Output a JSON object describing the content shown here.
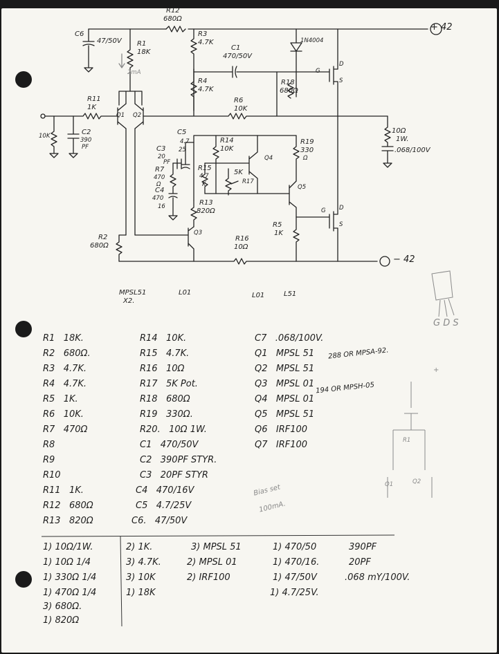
{
  "schematic": {
    "rail_pos": "+ 42",
    "rail_neg": "− 42",
    "components": {
      "R12": {
        "ref": "R12",
        "val": "680Ω"
      },
      "C6": {
        "ref": "C6",
        "val": "47/50V"
      },
      "R1": {
        "ref": "R1",
        "val": "18K"
      },
      "R1_note": "2mA",
      "R3": {
        "ref": "R3",
        "val": "4.7K"
      },
      "C1": {
        "ref": "C1",
        "val": "470/50V"
      },
      "D1": "1N4004",
      "R4": {
        "ref": "R4",
        "val": "4.7K"
      },
      "R18": {
        "ref": "R18",
        "val": "680Ω"
      },
      "R11": {
        "ref": "R11",
        "val": "1K"
      },
      "Q1": "Q1",
      "Q2": "Q2",
      "Q3": "Q3",
      "Q4": "Q4",
      "Q5": "Q5",
      "R6": {
        "ref": "R6",
        "val": "10K"
      },
      "R_in": "10K",
      "C2": {
        "ref": "C2",
        "val": "390",
        "unit": "PF"
      },
      "R_out": {
        "val": "10Ω",
        "sub": "1W."
      },
      "C_out": ".068/100V",
      "C5": {
        "ref": "C5",
        "val": "4.7",
        "sub": "25"
      },
      "R14": {
        "ref": "R14",
        "val": "10K"
      },
      "R19": {
        "ref": "R19",
        "val": "330",
        "sub": "Ω"
      },
      "C3": {
        "ref": "C3",
        "val": "20",
        "sub": "PF"
      },
      "R7": {
        "ref": "R7",
        "val": "470",
        "sub": "Ω"
      },
      "R15": {
        "ref": "R15",
        "val": "4.7",
        "sub": "K"
      },
      "R17": {
        "val": "5K",
        "ref": "R17"
      },
      "C4": {
        "ref": "C4",
        "val": "470",
        "sub": "16"
      },
      "R13": {
        "ref": "R13",
        "val": "820Ω"
      },
      "R5": {
        "ref": "R5",
        "val": "1K"
      },
      "R2": {
        "ref": "R2",
        "val": "680Ω"
      },
      "R16": {
        "ref": "R16",
        "val": "10Ω"
      },
      "G": "G",
      "D": "D",
      "S": "S"
    },
    "notes": {
      "q12": "MPSL51",
      "q12_count": "X2.",
      "q3": "L01",
      "q4": "L01",
      "q5": "L51"
    }
  },
  "sketch": {
    "pins": "G D S",
    "plus": "+",
    "r1": "R1",
    "q1": "Q1",
    "q2": "Q2"
  },
  "parts_list": {
    "col1": [
      {
        "ref": "R1",
        "val": "18K."
      },
      {
        "ref": "R2",
        "val": "680Ω."
      },
      {
        "ref": "R3",
        "val": "4.7K."
      },
      {
        "ref": "R4",
        "val": "4.7K."
      },
      {
        "ref": "R5",
        "val": "1K."
      },
      {
        "ref": "R6",
        "val": "10K."
      },
      {
        "ref": "R7",
        "val": "470Ω"
      },
      {
        "ref": "R8",
        "val": ""
      },
      {
        "ref": "R9",
        "val": ""
      },
      {
        "ref": "R10",
        "val": ""
      },
      {
        "ref": "R11",
        "val": "1K."
      },
      {
        "ref": "R12",
        "val": "680Ω"
      },
      {
        "ref": "R13",
        "val": "820Ω"
      }
    ],
    "col2": [
      {
        "ref": "R14",
        "val": "10K."
      },
      {
        "ref": "R15",
        "val": "4.7K."
      },
      {
        "ref": "R16",
        "val": "10Ω"
      },
      {
        "ref": "R17",
        "val": "5K Pot."
      },
      {
        "ref": "R18",
        "val": "680Ω"
      },
      {
        "ref": "R19",
        "val": "330Ω."
      },
      {
        "ref": "R20.",
        "val": "10Ω 1W."
      },
      {
        "ref": "C1",
        "val": "470/50V"
      },
      {
        "ref": "C2",
        "val": "390PF STYR."
      },
      {
        "ref": "C3",
        "val": "20PF STYR"
      },
      {
        "ref": "C4",
        "val": "470/16V"
      },
      {
        "ref": "C5",
        "val": "4.7/25V"
      },
      {
        "ref": "C6.",
        "val": "47/50V"
      }
    ],
    "col3": [
      {
        "ref": "C7",
        "val": ".068/100V."
      },
      {
        "ref": "Q1",
        "val": "MPSL 51"
      },
      {
        "ref": "Q2",
        "val": "MPSL 51"
      },
      {
        "ref": "Q3",
        "val": "MPSL 01"
      },
      {
        "ref": "Q4",
        "val": "MPSL 01"
      },
      {
        "ref": "Q5",
        "val": "MPSL 51"
      },
      {
        "ref": "Q6",
        "val": "IRF100"
      },
      {
        "ref": "Q7",
        "val": "IRF100"
      }
    ],
    "alt1": "288 OR MPSA-92.",
    "alt2": "194 OR MPSH-05",
    "bias_note": "Bias set",
    "bias_val": "100mA."
  },
  "order_list": {
    "col1": [
      "1) 10Ω/1W.",
      "1) 10Ω 1/4",
      "1) 330Ω 1/4",
      "1) 470Ω 1/4",
      "3) 680Ω.",
      "1) 820Ω"
    ],
    "col2": [
      "2) 1K.",
      "3) 4.7K.",
      "3) 10K",
      "1) 18K"
    ],
    "col3": [
      "3) MPSL 51",
      "2) MPSL 01",
      "2) IRF100"
    ],
    "col4": [
      "1) 470/50",
      "1) 470/16.",
      "1) 47/50V",
      "1) 4.7/25V."
    ],
    "col5": [
      "390PF",
      "20PF",
      ".068 mY/100V."
    ]
  }
}
